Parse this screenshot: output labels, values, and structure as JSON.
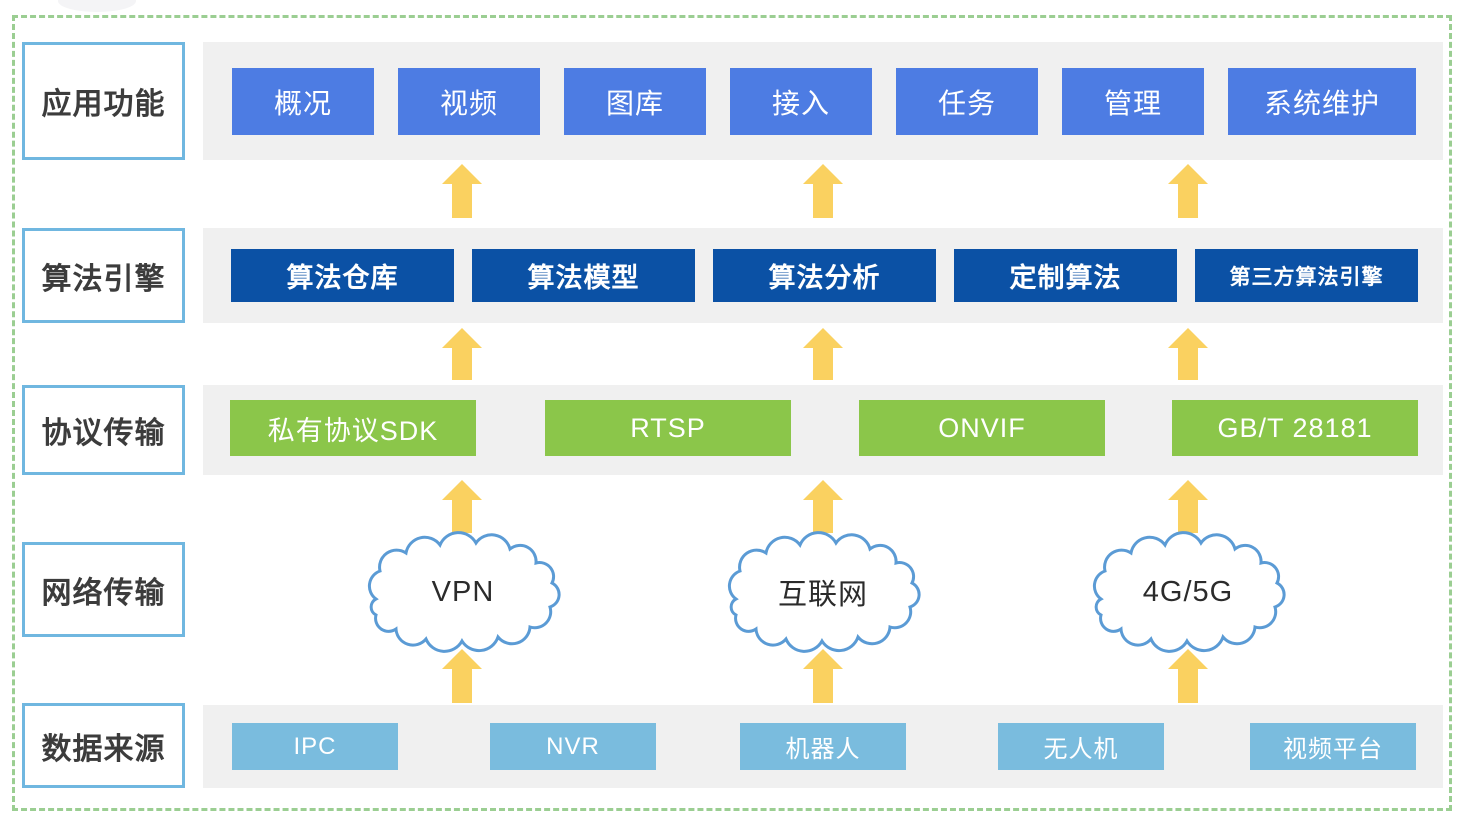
{
  "diagram_title": "platform-architecture-layers",
  "colors": {
    "app_layer_blue": "#4D7CE3",
    "engine_layer_blue": "#0B51A5",
    "protocol_layer_green": "#8BC64A",
    "source_layer_blue": "#7ABCDE",
    "arrow_yellow": "#FAD160",
    "cloud_outline_blue": "#5B9BD5",
    "page_border_green": "#9BCE92",
    "row_band_gray": "#F0F0F0",
    "label_box_border_blue": "#70B7E0"
  },
  "layers": [
    {
      "label": "应用功能",
      "items": [
        {
          "label": "概况"
        },
        {
          "label": "视频"
        },
        {
          "label": "图库"
        },
        {
          "label": "接入"
        },
        {
          "label": "任务"
        },
        {
          "label": "管理"
        },
        {
          "label": "系统维护"
        }
      ]
    },
    {
      "label": "算法引擎",
      "items": [
        {
          "label": "算法仓库"
        },
        {
          "label": "算法模型"
        },
        {
          "label": "算法分析"
        },
        {
          "label": "定制算法"
        },
        {
          "label": "第三方算法引擎"
        }
      ]
    },
    {
      "label": "协议传输",
      "items": [
        {
          "label": "私有协议SDK"
        },
        {
          "label": "RTSP"
        },
        {
          "label": "ONVIF"
        },
        {
          "label": "GB/T 28181"
        }
      ]
    },
    {
      "label": "网络传输",
      "items": [
        {
          "label": "VPN"
        },
        {
          "label": "互联网"
        },
        {
          "label": "4G/5G"
        }
      ]
    },
    {
      "label": "数据来源",
      "items": [
        {
          "label": "IPC"
        },
        {
          "label": "NVR"
        },
        {
          "label": "机器人"
        },
        {
          "label": "无人机"
        },
        {
          "label": "视频平台"
        }
      ]
    }
  ]
}
